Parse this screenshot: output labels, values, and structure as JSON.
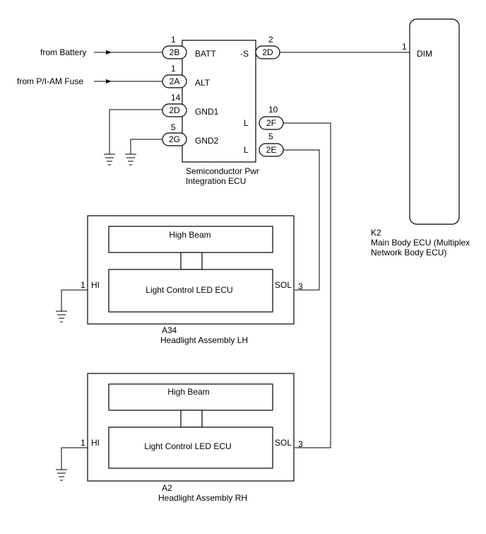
{
  "spu": {
    "name_line1": "Semiconductor Pwr",
    "name_line2": "Integration ECU",
    "pins": {
      "batt": {
        "pin": "1",
        "connector": "2B",
        "label": "BATT",
        "source": "from Battery"
      },
      "alt": {
        "pin": "1",
        "connector": "2A",
        "label": "ALT",
        "source": "from P/I-AM Fuse"
      },
      "gnd1": {
        "pin": "14",
        "connector": "2D",
        "label": "GND1"
      },
      "gnd2": {
        "pin": "5",
        "connector": "2G",
        "label": "GND2"
      },
      "s": {
        "pin": "2",
        "connector": "2D",
        "label": "-S"
      },
      "l1": {
        "pin": "10",
        "connector": "2F",
        "label": "L"
      },
      "l2": {
        "pin": "5",
        "connector": "2E",
        "label": "L"
      }
    }
  },
  "main_body_ecu": {
    "code": "K2",
    "name_line1": "Main Body ECU (Multiplex",
    "name_line2": "Network Body ECU)",
    "dim_pin": "1",
    "dim_label": "DIM"
  },
  "headlight_lh": {
    "code": "A34",
    "name": "Headlight Assembly LH",
    "high_beam": "High Beam",
    "ecu": "Light Control LED ECU",
    "hi_pin": "1",
    "hi_label": "HI",
    "sol_label": "SOL",
    "sol_pin": "3"
  },
  "headlight_rh": {
    "code": "A2",
    "name": "Headlight Assembly RH",
    "high_beam": "High Beam",
    "ecu": "Light Control LED ECU",
    "hi_pin": "1",
    "hi_label": "HI",
    "sol_label": "SOL",
    "sol_pin": "3"
  }
}
